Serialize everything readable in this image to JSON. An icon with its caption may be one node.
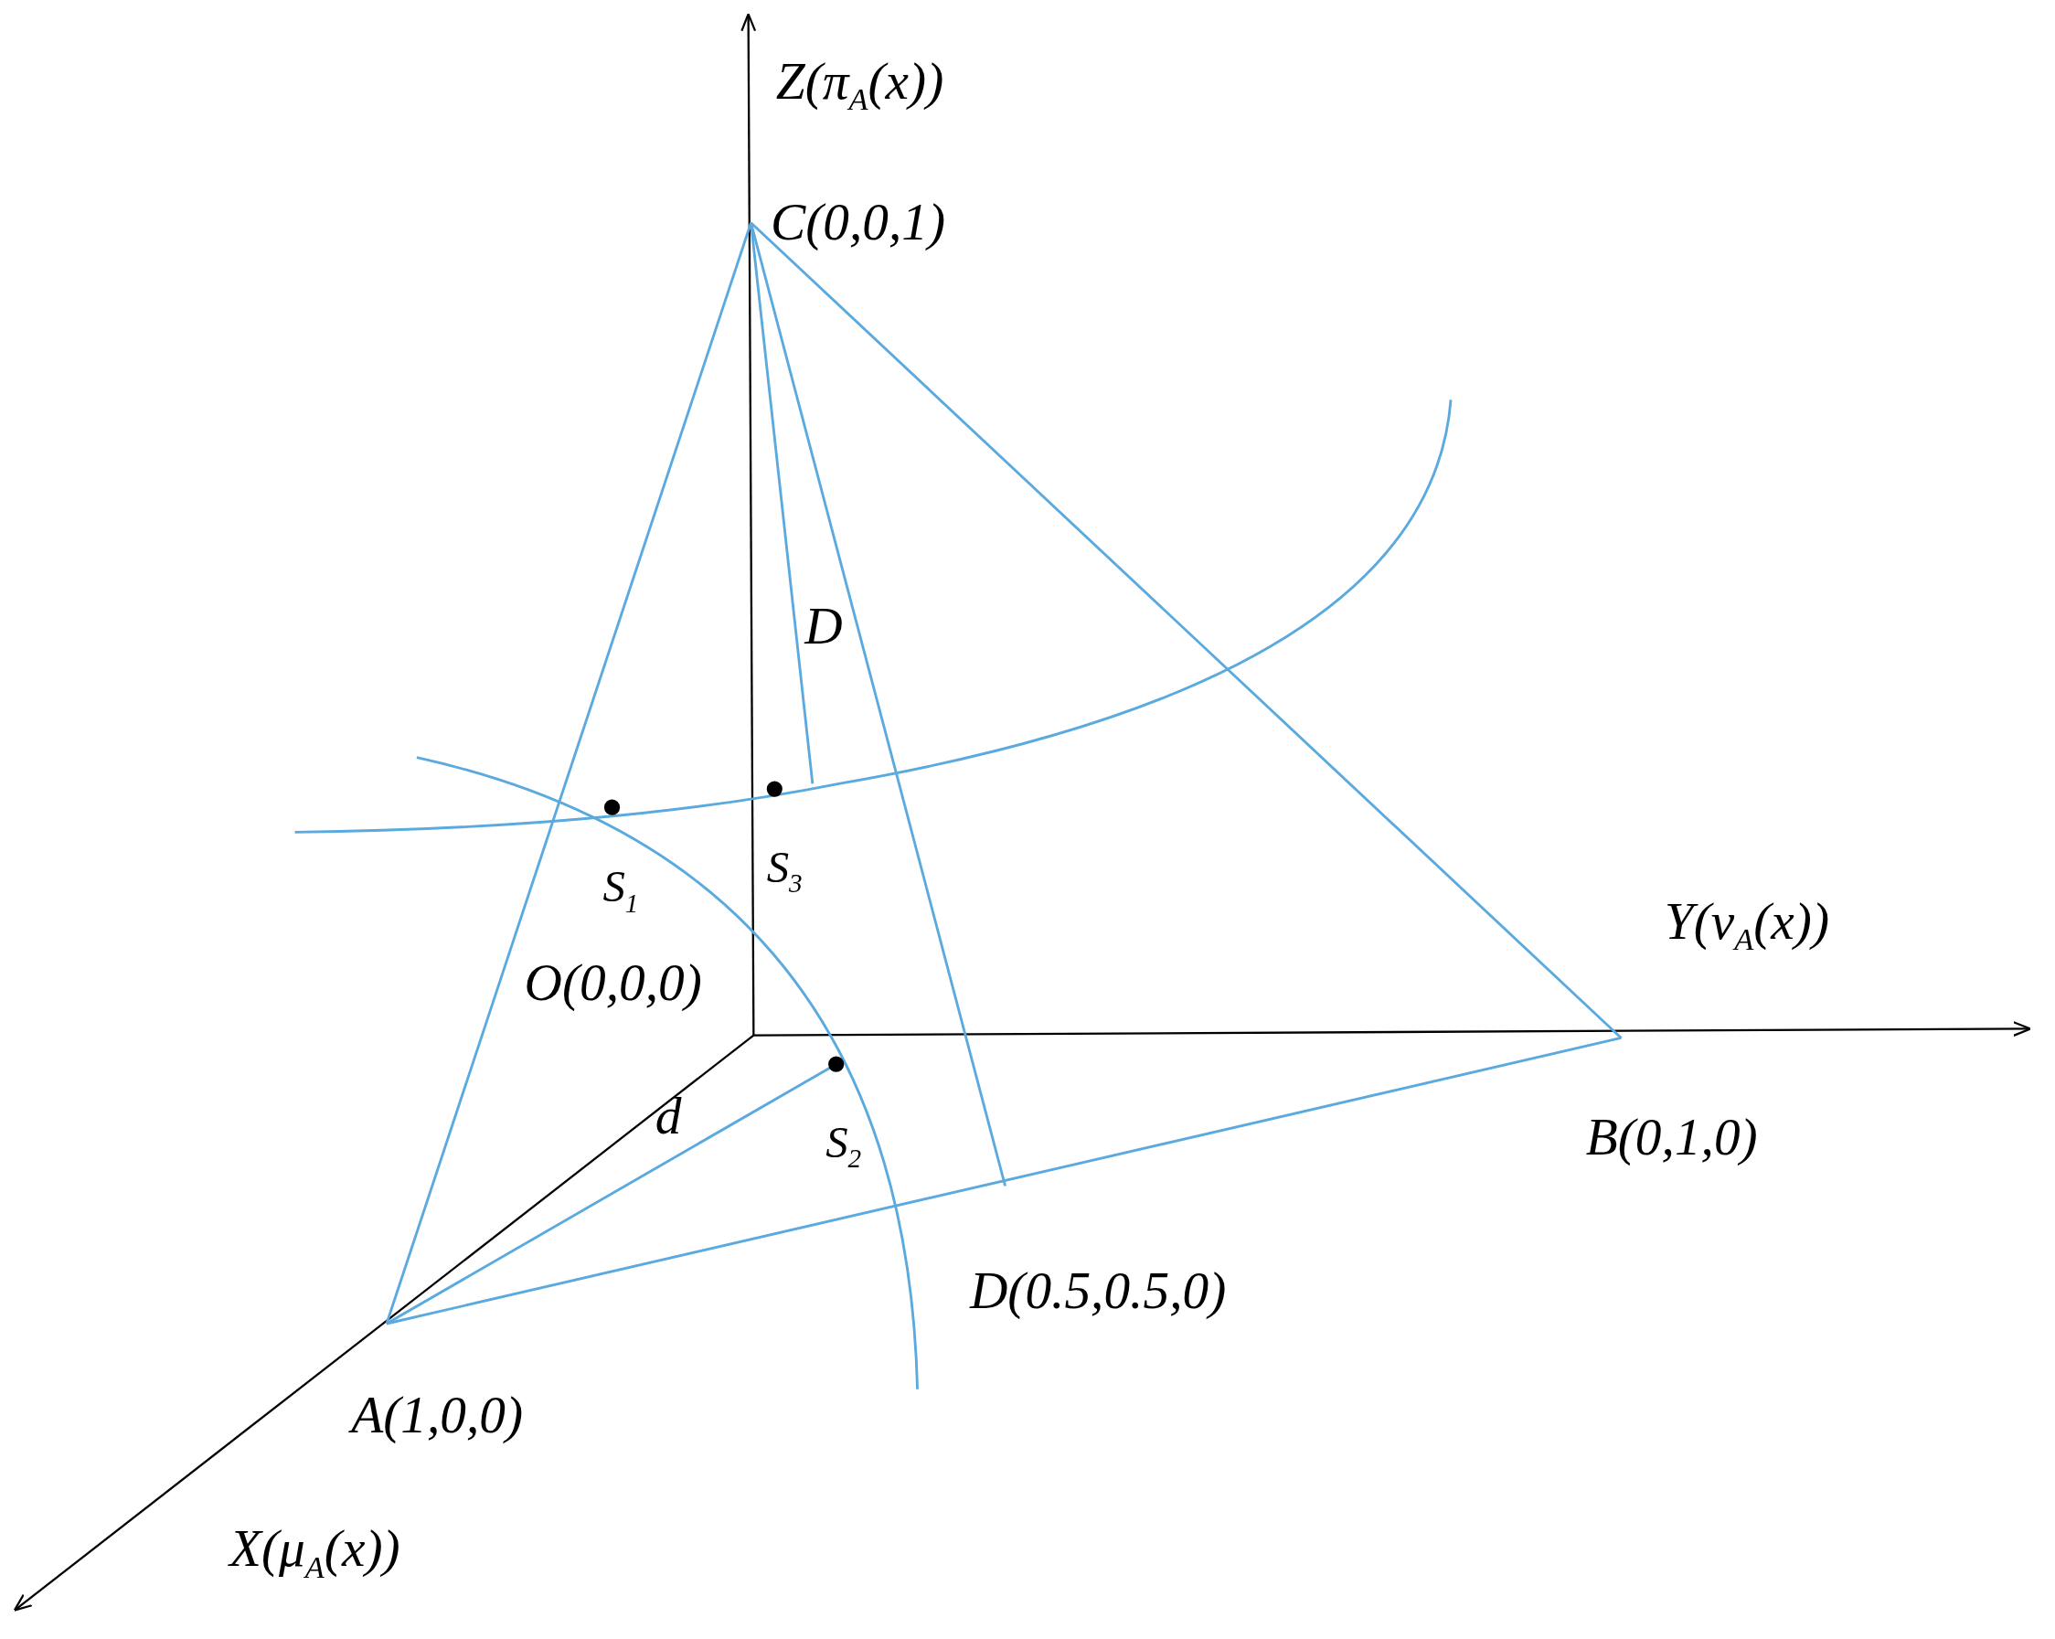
{
  "diagram": {
    "labels": [
      "Z(π$_{A}$(x))",
      "C(0,0,1)",
      "D",
      "S$_{1}$",
      "S$_{3}$",
      "Y(ν$_{A}$(x))",
      "O(0,0,0)",
      "S$_{2}$",
      "d",
      "B(0,1,0)",
      "D(0.5,0.5,0)",
      "A(1,0,0)",
      "X(μ$_{A}$(x))"
    ]
  }
}
